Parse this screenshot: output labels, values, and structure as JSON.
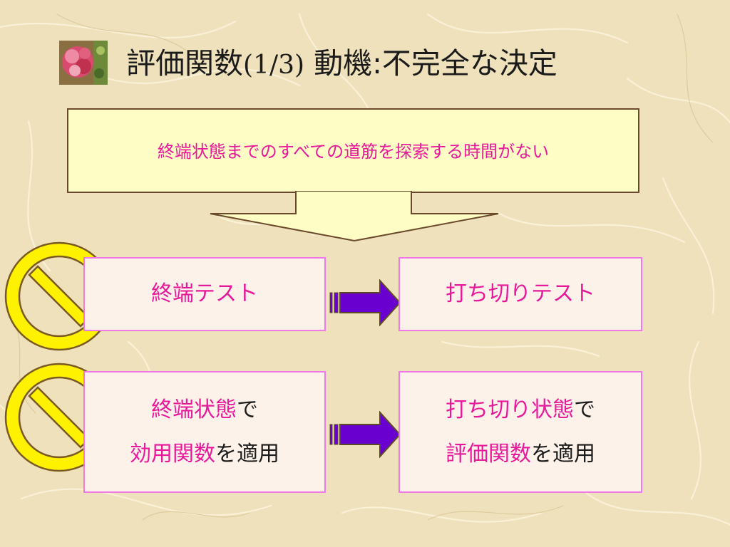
{
  "title": {
    "main": "評価関数",
    "fraction": "(1/3)",
    "rest": " 動機:不完全な決定"
  },
  "callout": {
    "text": "終端状態までのすべての道筋を探索する時間がない"
  },
  "row1": {
    "left": "終端テスト",
    "right": "打ち切りテスト"
  },
  "row2": {
    "left_line1_highlight": "終端状態",
    "left_line1_suffix": "で",
    "left_line2_highlight": "効用関数",
    "left_line2_suffix": "を適用",
    "right_line1_highlight": "打ち切り状態",
    "right_line1_suffix": "で",
    "right_line2_highlight": "評価関数",
    "right_line2_suffix": "を適用"
  },
  "colors": {
    "highlight_text": "#e8189a",
    "callout_fill": "#fffdc6",
    "box_border": "#ef79e6",
    "arrow_fill": "#6a00d0",
    "no_sign_fill": "#fff200"
  },
  "icons": {
    "slide_icon": "flower-thumbnail-icon",
    "prohibition": "no-sign-icon",
    "arrow_down": "down-arrow-icon",
    "arrow_right": "right-arrow-icon"
  }
}
